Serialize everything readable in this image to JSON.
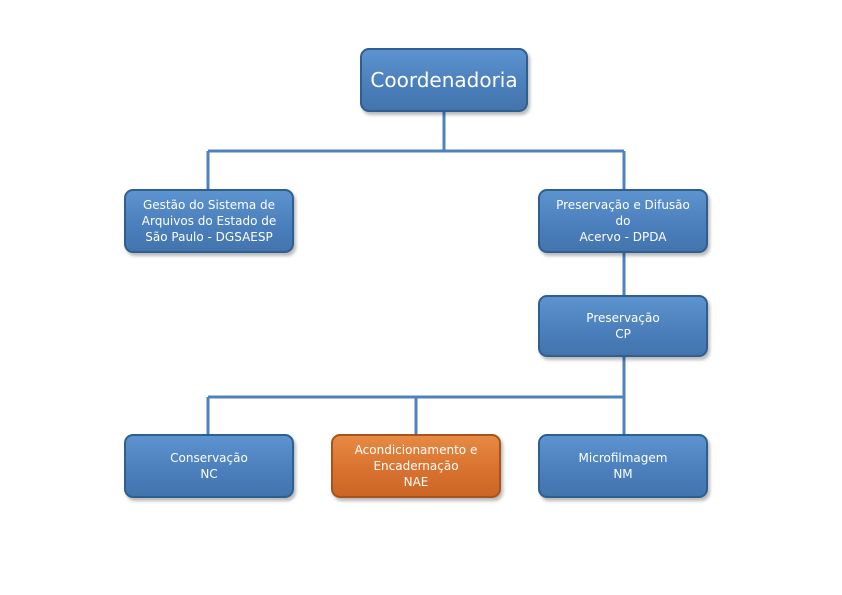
{
  "diagram": {
    "root": {
      "label": "Coordenadoria"
    },
    "dgsaesp": {
      "lines": [
        "Gestão do Sistema de",
        "Arquivos do Estado de",
        "São Paulo -  DGSAESP"
      ]
    },
    "dpda": {
      "lines": [
        "Preservação e Difusão do",
        "Acervo  -  DPDA"
      ]
    },
    "cp": {
      "lines": [
        "Preservação",
        "CP"
      ]
    },
    "nc": {
      "lines": [
        "Conservação",
        "NC"
      ]
    },
    "nae": {
      "lines": [
        "Acondicionamento e",
        "Encadernação",
        "NAE"
      ]
    },
    "nm": {
      "lines": [
        "Microfilmagem",
        "NM"
      ]
    }
  },
  "colors": {
    "box_fill": "#4f81bd",
    "box_border": "#2f5f8f",
    "highlight_fill": "#d9722f",
    "highlight_border": "#a8521d",
    "connector": "#4f81bd",
    "text": "#ffffff"
  }
}
